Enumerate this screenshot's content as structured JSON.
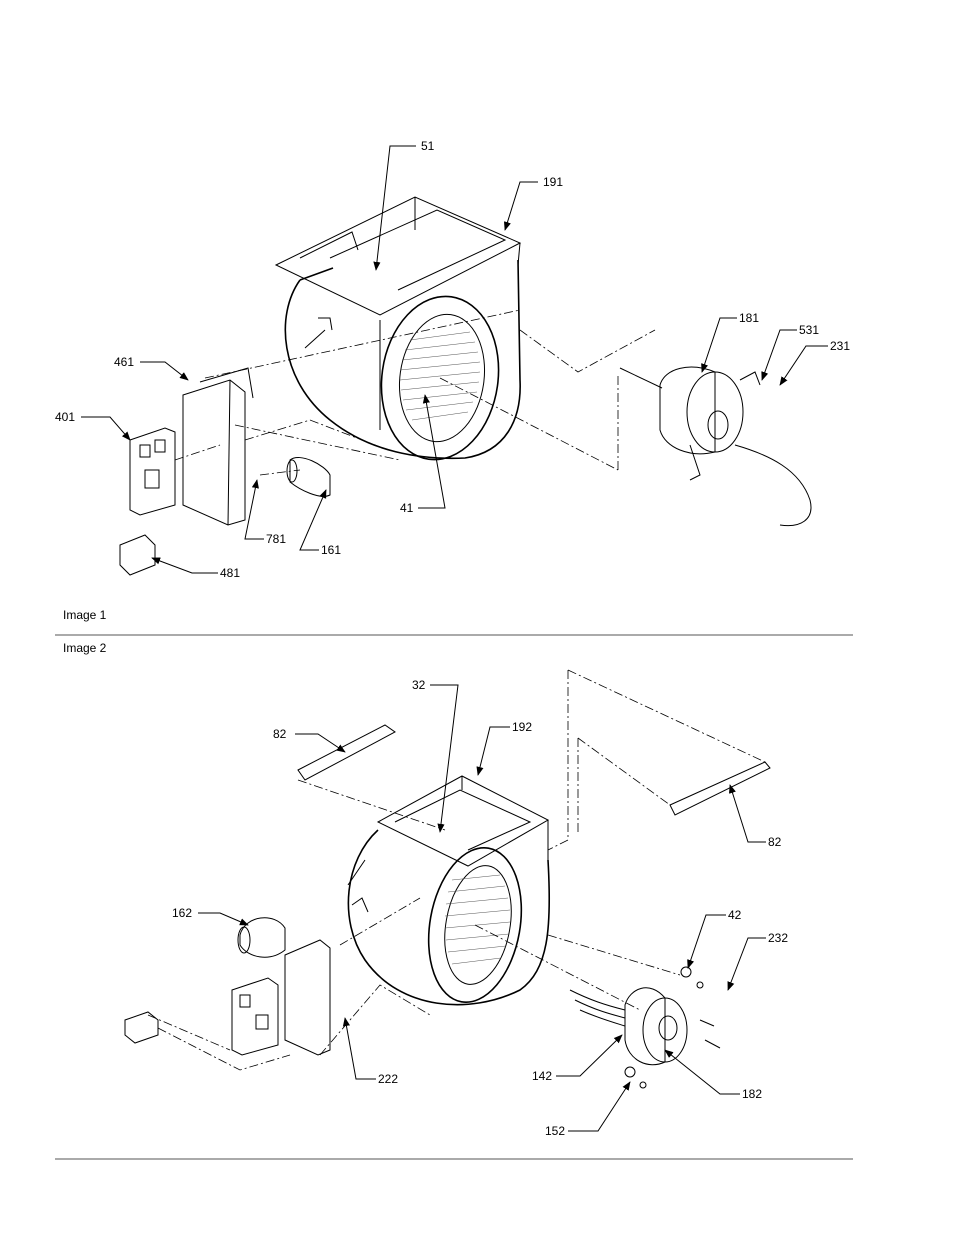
{
  "captions": {
    "image1": "Image 1",
    "image2": "Image 2"
  },
  "callouts": {
    "c51": "51",
    "c191": "191",
    "c181": "181",
    "c531": "531",
    "c231": "231",
    "c461": "461",
    "c401": "401",
    "c41": "41",
    "c781": "781",
    "c161": "161",
    "c481": "481",
    "c32": "32",
    "c192": "192",
    "c82a": "82",
    "c82b": "82",
    "c162": "162",
    "c42": "42",
    "c232": "232",
    "c222": "222",
    "c142": "142",
    "c182": "182",
    "c152": "152"
  }
}
